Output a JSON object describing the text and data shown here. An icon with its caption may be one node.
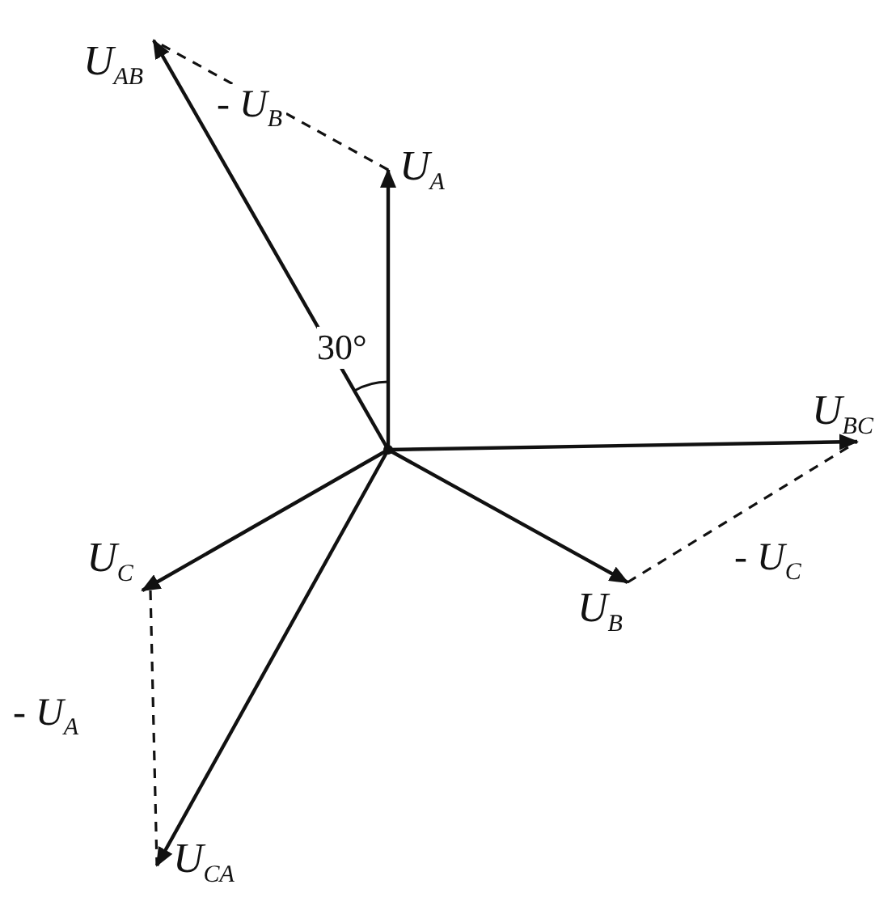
{
  "diagram": {
    "nodes": [
      {
        "text": [],
        "shape": "point"
      },
      {
        "text": [
          "U$_{AB}$"
        ]
      },
      {
        "text": [
          "U$_{A}$"
        ]
      },
      {
        "text": [
          "U$_{BC}$"
        ]
      },
      {
        "text": [
          "U$_{C}$"
        ]
      },
      {
        "text": [
          "U$_{B}$"
        ]
      },
      {
        "text": [
          "U$_{CA}$"
        ]
      }
    ],
    "edges": [
      {
        "from": 0,
        "to": 1,
        "arrow": "to"
      },
      {
        "from": 0,
        "to": 2,
        "arrow": "to"
      },
      {
        "from": 0,
        "to": 3,
        "arrow": "to"
      },
      {
        "from": 0,
        "to": 4,
        "arrow": "to"
      },
      {
        "from": 0,
        "to": 5,
        "arrow": "to"
      },
      {
        "from": 0,
        "to": 6,
        "arrow": "to"
      },
      {
        "from": 2,
        "to": 1,
        "arrow": "none",
        "label": "- U$_{B}$",
        "style": "dashed"
      },
      {
        "from": 5,
        "to": 3,
        "arrow": "none",
        "label": "- U$_{C}$",
        "style": "dashed"
      },
      {
        "from": 4,
        "to": 6,
        "arrow": "none",
        "label": "- U$_{A}$",
        "style": "dashed"
      }
    ],
    "labels": [
      "30°"
    ]
  }
}
